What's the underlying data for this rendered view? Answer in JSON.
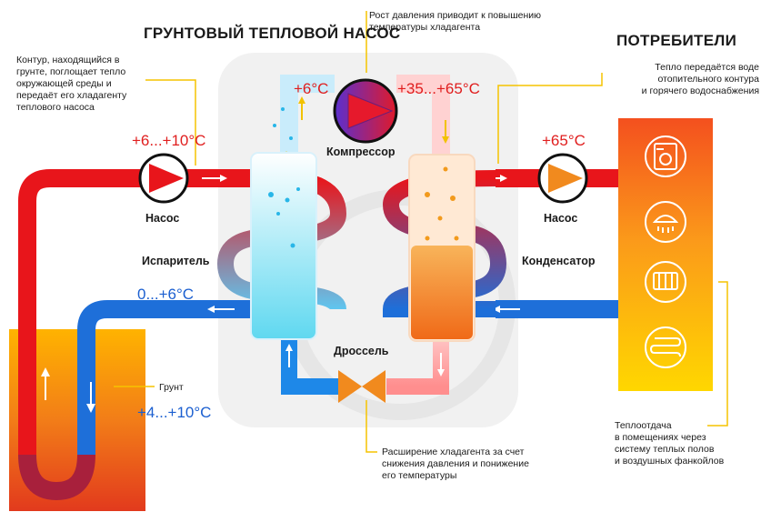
{
  "title_main": "ГРУНТОВЫЙ ТЕПЛОВОЙ НАСОС",
  "title_consumers": "ПОТРЕБИТЕЛИ",
  "notes": {
    "ground_absorb": "Контур, находящийся в\nгрунте, поглощает тепло\nокружающей среды и\nпередаёт его хладагенту\nтеплового насоса",
    "pressure": "Рост давления приводит к повышению\nтемпературы хладагента",
    "heat_transfer": "Тепло передаётся воде\nотопительного контура\nи горячего водоснабжения",
    "expansion": "Расширение хладагента за счет\nснижения давления и понижение\nего температуры",
    "heat_output": "Теплоотдача\nв помещениях через\nсистему теплых полов\nи воздушных фанкойлов",
    "ground": "Грунт"
  },
  "temps": {
    "comp_in": "+6°C",
    "comp_out": "+35...+65°C",
    "pump_in": "+6...+10°C",
    "pump_out": "+65°C",
    "return_evap": "0...+6°C",
    "ground": "+4...+10°C"
  },
  "components": {
    "compressor": "Компрессор",
    "pump_left": "Насос",
    "pump_right": "Насос",
    "evaporator": "Испаритель",
    "condenser": "Конденсатор",
    "throttle": "Дроссель"
  },
  "icons": [
    "washing-machine-icon",
    "shower-icon",
    "radiator-icon",
    "floor-heating-icon"
  ],
  "colors": {
    "hot": "#e8151b",
    "cold": "#1e6fd9",
    "orange": "#f18a1e",
    "callout": "#f5c400"
  }
}
